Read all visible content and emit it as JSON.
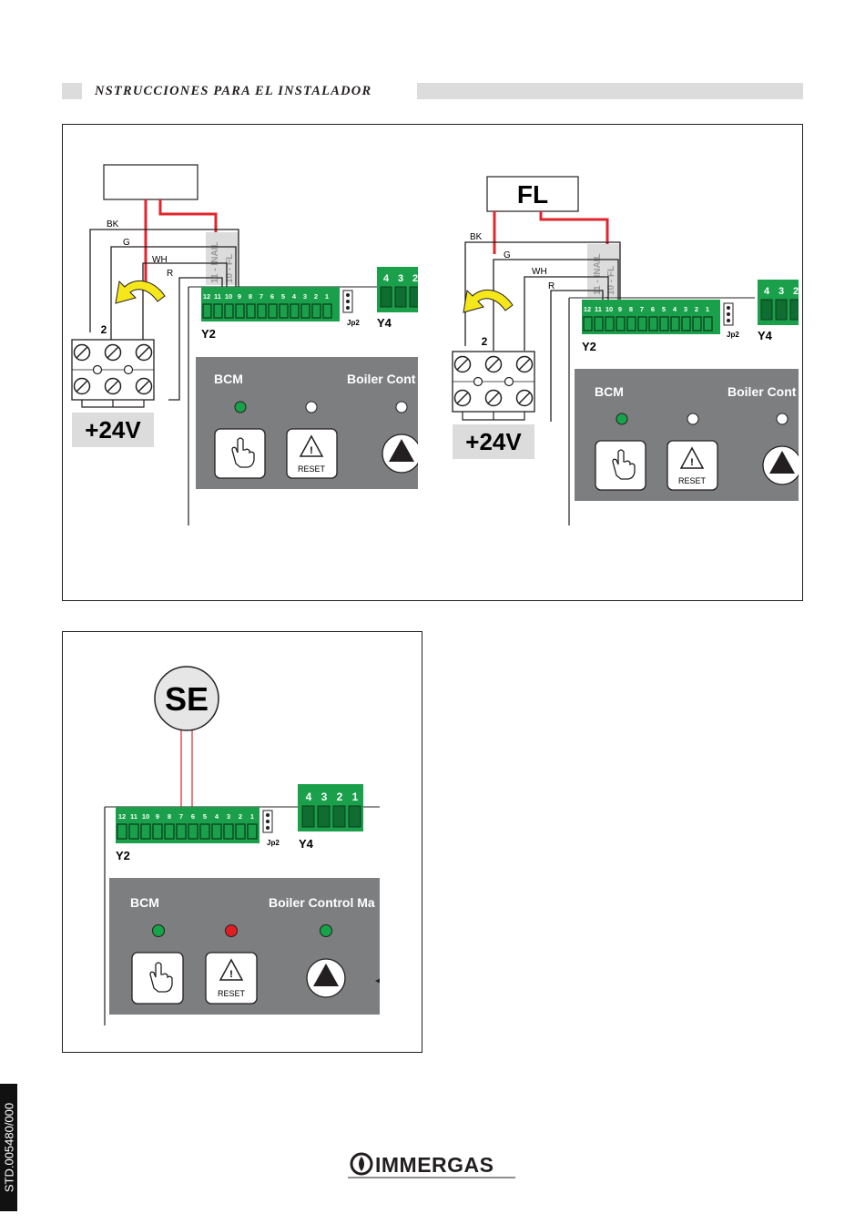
{
  "header": {
    "title": "NSTRUCCIONES PARA EL INSTALADOR"
  },
  "diagram_left": {
    "device_label": "",
    "wires": [
      "BK",
      "G",
      "WH",
      "R"
    ],
    "terminal_number": "2",
    "supply_label": "+24V",
    "vertical_labels": [
      "11 - INAIL",
      "10 - FL"
    ],
    "connector_y2": {
      "label": "Y2",
      "pins": [
        "12",
        "11",
        "10",
        "9",
        "8",
        "7",
        "6",
        "5",
        "4",
        "3",
        "2",
        "1"
      ],
      "jumper_label": "Jp2"
    },
    "connector_y4": {
      "label": "Y4",
      "pins": [
        "4",
        "3",
        "2"
      ]
    },
    "panel": {
      "left_label": "BCM",
      "right_label": "Boiler Cont",
      "reset_label": "RESET"
    }
  },
  "diagram_right": {
    "device_label": "FL",
    "wires": [
      "BK",
      "G",
      "WH",
      "R"
    ],
    "terminal_number": "2",
    "supply_label": "+24V",
    "vertical_labels": [
      "11 - INAIL",
      "10 - FL"
    ],
    "connector_y2": {
      "label": "Y2",
      "pins": [
        "12",
        "11",
        "10",
        "9",
        "8",
        "7",
        "6",
        "5",
        "4",
        "3",
        "2",
        "1"
      ],
      "jumper_label": "Jp2"
    },
    "connector_y4": {
      "label": "Y4",
      "pins": [
        "4",
        "3",
        "2"
      ]
    },
    "panel": {
      "left_label": "BCM",
      "right_label": "Boiler Cont",
      "reset_label": "RESET"
    }
  },
  "diagram_bottom": {
    "sensor_label": "SE",
    "connector_y2": {
      "label": "Y2",
      "pins": [
        "12",
        "11",
        "10",
        "9",
        "8",
        "7",
        "6",
        "5",
        "4",
        "3",
        "2",
        "1"
      ],
      "jumper_label": "Jp2"
    },
    "connector_y4": {
      "label": "Y4",
      "pins": [
        "4",
        "3",
        "2",
        "1"
      ]
    },
    "panel": {
      "left_label": "BCM",
      "right_label": "Boiler Control Ma",
      "reset_label": "RESET"
    }
  },
  "footer": {
    "logo_text": "IMMERGAS",
    "side_code": "STD.005480/000"
  },
  "colors": {
    "header_bar": "#dcdcdc",
    "wire_red": "#e1262d",
    "connector_green": "#1aa04a",
    "panel_gray": "#7d7e80",
    "label_gray": "#dcdcdc",
    "arrow_yellow": "#f6e71a",
    "led_green": "#16a34a",
    "led_red": "#e11d24",
    "led_off": "#ffffff"
  },
  "leds": {
    "left": [
      "green",
      "off",
      "off"
    ],
    "right": [
      "green",
      "off",
      "off"
    ],
    "bottom": [
      "green",
      "red",
      "green"
    ]
  }
}
